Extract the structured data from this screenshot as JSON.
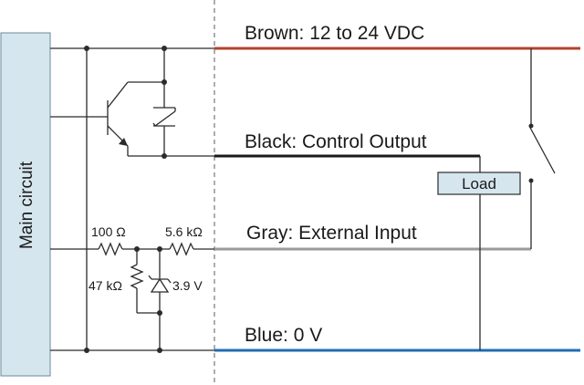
{
  "block": {
    "label": "Main circuit",
    "fill": "#d6e6ee"
  },
  "wires": {
    "brown": {
      "label": "Brown: 12 to 24 VDC",
      "color": "#b5402e"
    },
    "black": {
      "label": "Black: Control Output",
      "color": "#1a1a1a"
    },
    "gray": {
      "label": "Gray: External Input",
      "color": "#9a9a9a"
    },
    "blue": {
      "label": "Blue: 0 V",
      "color": "#1f6db3"
    }
  },
  "load": {
    "label": "Load",
    "fill": "#d6e6ee"
  },
  "components": {
    "r_series": "100 Ω",
    "r_pullup": "5.6 kΩ",
    "r_bias": "47 kΩ",
    "zener": "3.9 V"
  }
}
